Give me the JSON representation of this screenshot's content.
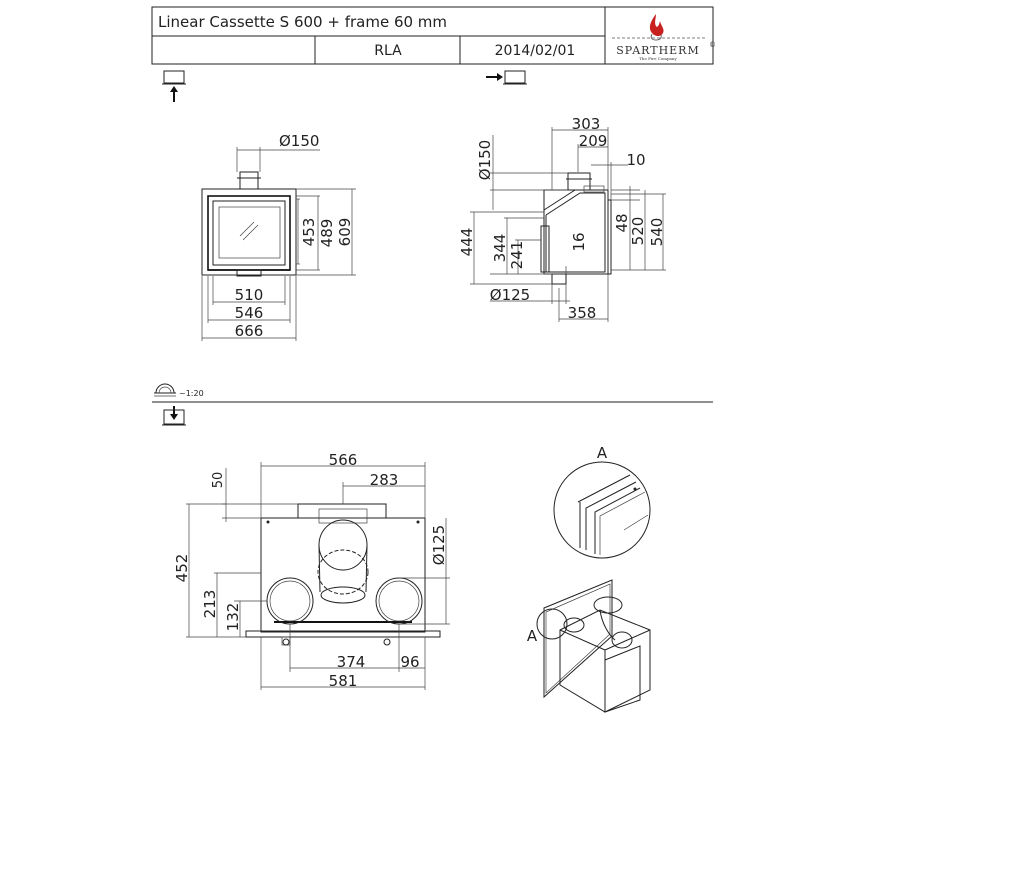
{
  "title_block": {
    "product": "Linear Cassette S 600 + frame 60 mm",
    "author": "RLA",
    "date": "2014/02/01",
    "brand": "SPARTHERM",
    "brand_mark": "®",
    "tagline": "The Fire Company"
  },
  "views": {
    "front": {
      "icon": "front-view-icon"
    },
    "side": {
      "icon": "side-view-icon"
    },
    "top": {
      "icon": "top-view-icon"
    },
    "scale_label": "~1:20"
  },
  "front_dims": {
    "d150": "Ø150",
    "h453": "453",
    "h489": "489",
    "h609": "609",
    "w510": "510",
    "w546": "546",
    "w666": "666"
  },
  "side_dims": {
    "w303": "303",
    "w209": "209",
    "d10": "10",
    "d150": "Ø150",
    "h48": "48",
    "h520": "520",
    "h540": "540",
    "h444": "444",
    "h344": "344",
    "h241": "241",
    "h16": "16",
    "d125": "Ø125",
    "w358": "358"
  },
  "top_dims": {
    "w566": "566",
    "w283": "283",
    "h50": "50",
    "h452": "452",
    "d125": "Ø125",
    "h213": "213",
    "h132": "132",
    "w374": "374",
    "w96": "96",
    "w581": "581"
  },
  "detail": {
    "label_a": "A",
    "label_a2": "A"
  }
}
